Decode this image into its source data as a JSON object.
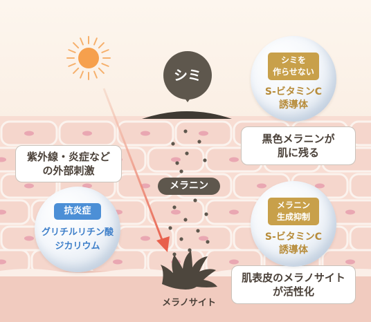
{
  "shimi_label": "シミ",
  "melanin_label": "メラニン",
  "melanocyte_label": "メラノサイト",
  "uv_callout": {
    "line1": "紫外線・炎症など",
    "line2": "の外部刺激"
  },
  "melanin_callout": {
    "line1": "黒色メラニンが",
    "line2": "肌に残る"
  },
  "melanocyte_callout": {
    "line1": "肌表皮のメラノサイト",
    "line2": "が活性化"
  },
  "bubble_top_right": {
    "badge_line1": "シミを",
    "badge_line2": "作らせない",
    "text_line1": "S-ビタミンC",
    "text_line2": "誘導体"
  },
  "bubble_mid_right": {
    "badge_line1": "メラニン",
    "badge_line2": "生成抑制",
    "text_line1": "S-ビタミンC",
    "text_line2": "誘導体"
  },
  "bubble_left": {
    "badge": "抗炎症",
    "text_line1": "グリチルリチン酸",
    "text_line2": "ジカリウム"
  },
  "colors": {
    "background": "#f9ece1",
    "skin_cell": "#f5d6cc",
    "cell_border": "#fbf3ee",
    "nucleus": "#e9a7b2",
    "dark_brown": "#5e574d",
    "gold": "#c8a04a",
    "blue": "#4c8fd6",
    "arrow": "#e8604c",
    "sun": "#f6a04d"
  },
  "icons": [
    "sun-icon",
    "melanocyte-icon",
    "arrow-icon",
    "melanin-dot-icon"
  ]
}
